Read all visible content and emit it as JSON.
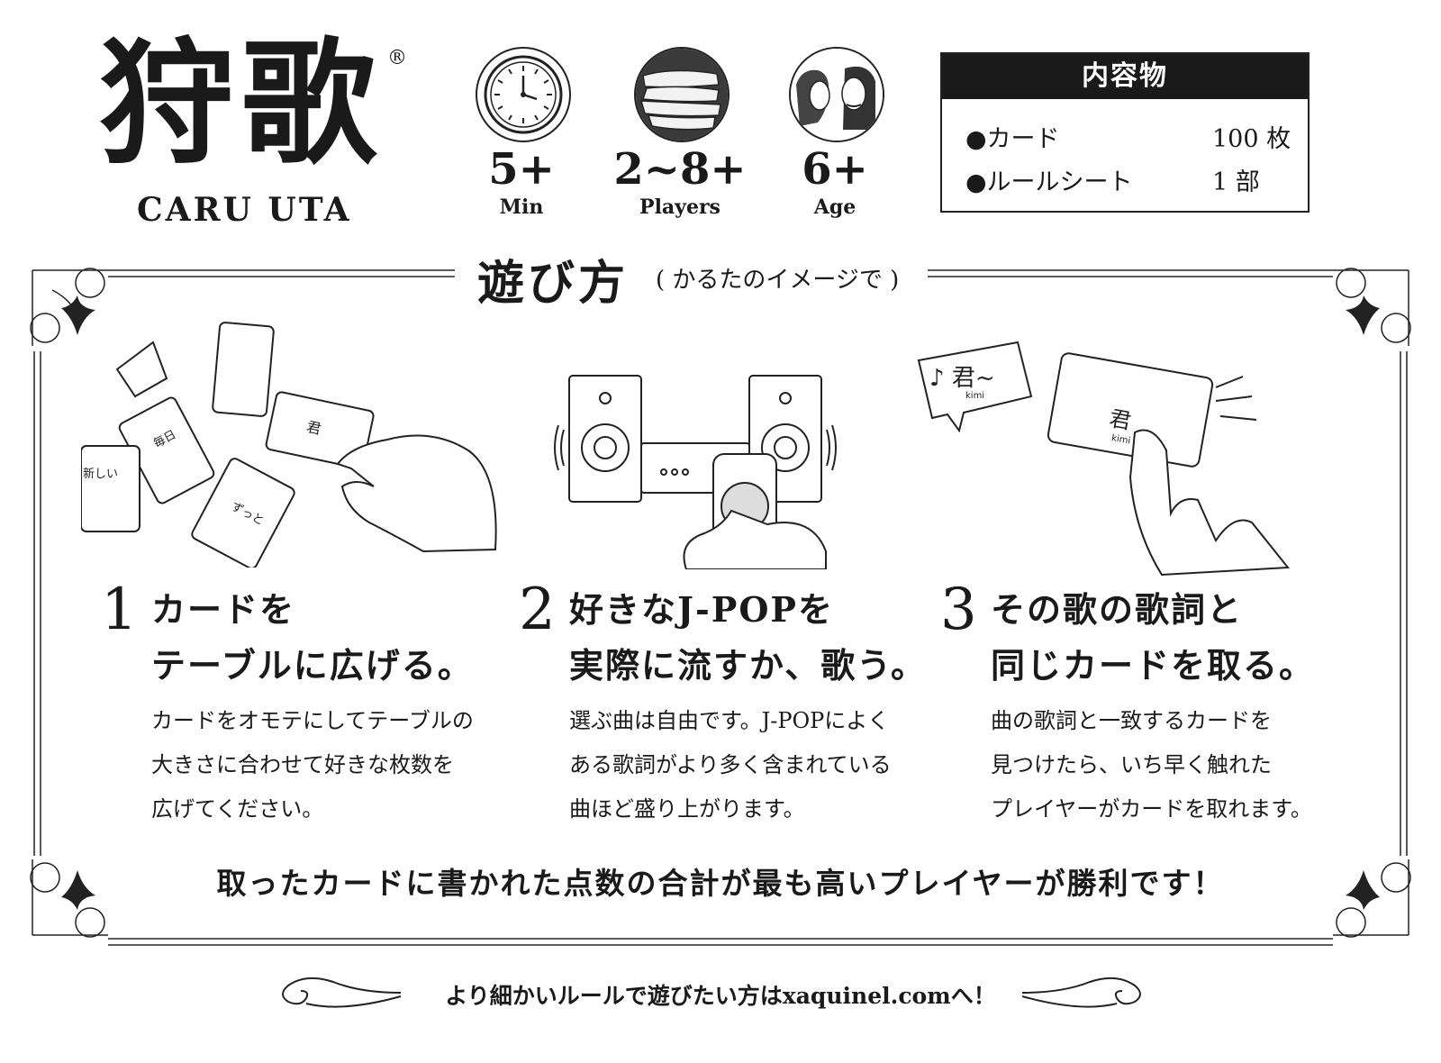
{
  "header": {
    "logo_title": "狩歌",
    "logo_reg": "®",
    "logo_subtitle": "CARU UTA"
  },
  "stats": [
    {
      "icon": "pocket-watch-icon",
      "value": "5+",
      "label": "Min"
    },
    {
      "icon": "stacked-hands-icon",
      "value": "2~8+",
      "label": "Players"
    },
    {
      "icon": "faces-icon",
      "value": "6+",
      "label": "Age"
    }
  ],
  "contents": {
    "title": "内容物",
    "items": [
      {
        "name": "●カード",
        "qty": "100 枚"
      },
      {
        "name": "●ルールシート",
        "qty": "1 部"
      }
    ]
  },
  "how_to": {
    "title": "遊び方",
    "note": "( かるたのイメージで )"
  },
  "illustrations": {
    "card_words": [
      "新しい",
      "毎日",
      "君",
      "ずっと"
    ],
    "speech": "♪ 君~",
    "speech_reading": "kimi",
    "card_reading": "kimi"
  },
  "steps": [
    {
      "number": "1",
      "heading": [
        "カードを",
        "テーブルに広げる。"
      ],
      "body": [
        "カードをオモテにしてテーブルの",
        "大きさに合わせて好きな枚数を",
        "広げてください。"
      ]
    },
    {
      "number": "2",
      "heading": [
        "好きなJ-POPを",
        "実際に流すか、歌う。"
      ],
      "body": [
        "選ぶ曲は自由です。J-POPによく",
        "ある歌詞がより多く含まれている",
        "曲ほど盛り上がります。"
      ]
    },
    {
      "number": "3",
      "heading": [
        "その歌の歌詞と",
        "同じカードを取る。"
      ],
      "body": [
        "曲の歌詞と一致するカードを",
        "見つけたら、いち早く触れた",
        "プレイヤーがカードを取れます。"
      ]
    }
  ],
  "summary": "取ったカードに書かれた点数の合計が最も高いプレイヤーが勝利です！",
  "footer": "より細かいルールで遊びたい方はxaquinel.comへ！"
}
